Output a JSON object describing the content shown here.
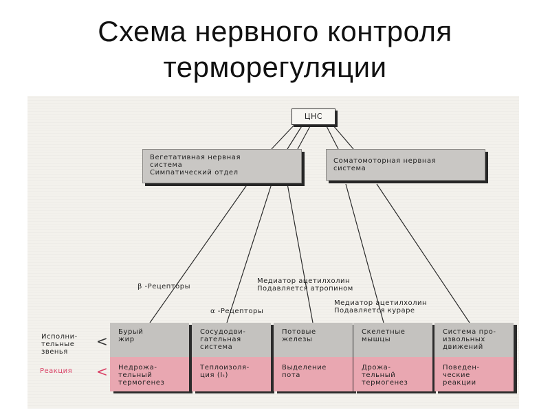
{
  "title": {
    "line1": "Схема нервного контроля",
    "line2": "терморегуляции"
  },
  "diagram": {
    "cns": "ЦНС",
    "autonomic": {
      "line1": "Вегетативная нервная",
      "line2": "система",
      "line3": "Симпатический отдел"
    },
    "somatic": {
      "line1": "Соматомоторная нервная",
      "line2": "система"
    },
    "beta_receptors": "β -Рецепторы",
    "alpha_receptors": "α -Рецепторы",
    "mediator1": {
      "line1": "Медиатор ацетилхолин",
      "line2": "Подавляется атропином"
    },
    "mediator2": {
      "line1": "Медиатор ацетилхолин",
      "line2": "Подавляется кураре"
    },
    "effectors_label": {
      "line1": "Исполни-",
      "line2": "тельные",
      "line3": "звенья"
    },
    "reaction_label": "Реакция",
    "bracket": "<",
    "columns": [
      {
        "effector": [
          "Бурый",
          "жир"
        ],
        "reaction": [
          "Недрожа-",
          "тельный",
          "термогенез"
        ]
      },
      {
        "effector": [
          "Сосудодви-",
          "гательная",
          "система"
        ],
        "reaction": [
          "Теплоизоля-",
          "ция (Iₜ)"
        ]
      },
      {
        "effector": [
          "Потовые",
          "железы"
        ],
        "reaction": [
          "Выделение",
          "пота"
        ]
      },
      {
        "effector": [
          "Скелетные",
          "мышцы"
        ],
        "reaction": [
          "Дрожа-",
          "тельный",
          "термогенез"
        ]
      },
      {
        "effector": [
          "Система про-",
          "извольных",
          "движений"
        ],
        "reaction": [
          "Поведен-",
          "ческие",
          "реакции"
        ]
      }
    ]
  }
}
